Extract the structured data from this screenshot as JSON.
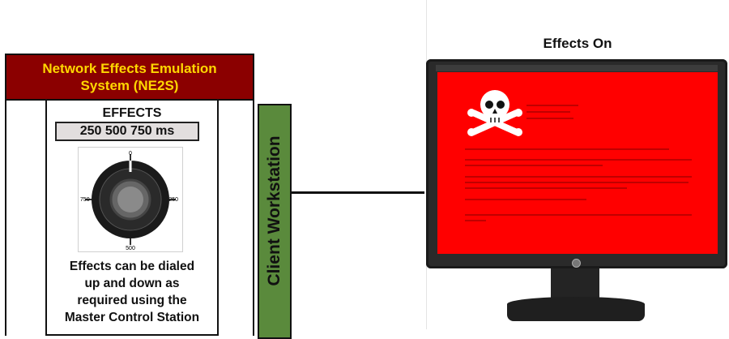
{
  "ne2s": {
    "title_line1": "Network Effects Emulation",
    "title_line2": "System (NE2S)"
  },
  "effects": {
    "title": "EFFECTS",
    "values": "250  500  750 ms",
    "dial_labels": {
      "top": "0",
      "right": "250",
      "bottom": "500",
      "left": "750"
    },
    "caption_lines": [
      "Effects can be dialed",
      "up and down as",
      "required using the",
      "Master Control Station"
    ]
  },
  "client": {
    "label": "Client Workstation"
  },
  "effects_on": {
    "title": "Effects On"
  },
  "colors": {
    "header_bg": "#8b0000",
    "header_text": "#ffd700",
    "client_green": "#5a8a3c",
    "screen_red": "#ff0000"
  },
  "icons": {
    "ransom": "skull-crossbones-icon",
    "dial": "dial-knob-icon"
  }
}
